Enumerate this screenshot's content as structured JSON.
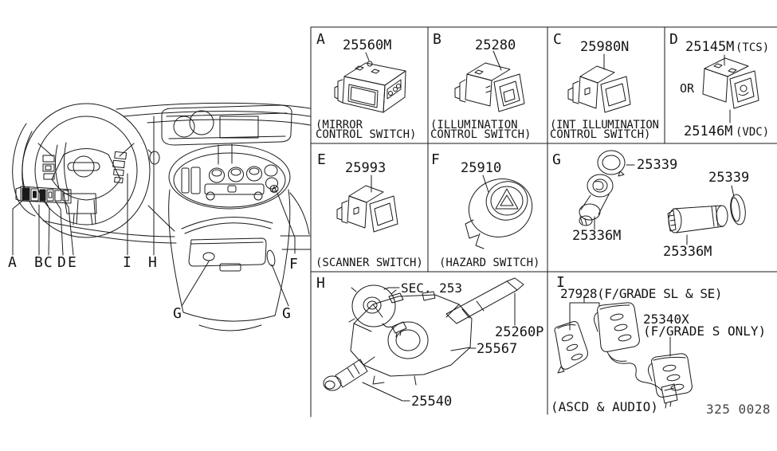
{
  "page": {
    "footer_code": "325 0028"
  },
  "overview": {
    "callouts": [
      "A",
      "B",
      "C",
      "D",
      "E",
      "I",
      "H",
      "F",
      "G",
      "G"
    ]
  },
  "cells": {
    "a": {
      "letter": "A",
      "part_number": "25560M",
      "caption_line1": "(MIRROR",
      "caption_line2": "CONTROL SWITCH)"
    },
    "b": {
      "letter": "B",
      "part_number": "25280",
      "caption_line1": "(ILLUMINATION",
      "caption_line2": "CONTROL SWITCH)"
    },
    "c": {
      "letter": "C",
      "part_number": "25980N",
      "caption_line1": "(INT ILLUMINATION",
      "caption_line2": "CONTROL SWITCH)"
    },
    "d": {
      "letter": "D",
      "part_number_top": "25145M",
      "variant_top": "(TCS)",
      "or_label": "OR",
      "part_number_bottom": "25146M",
      "variant_bottom": "(VDC)"
    },
    "e": {
      "letter": "E",
      "part_number": "25993",
      "caption": "(SCANNER SWITCH)"
    },
    "f": {
      "letter": "F",
      "part_number": "25910",
      "caption": "(HAZARD SWITCH)"
    },
    "g": {
      "letter": "G",
      "cap_part_number_1": "25339",
      "socket_part_number_1": "25336M",
      "cap_part_number_2": "25339",
      "socket_part_number_2": "25336M"
    },
    "h": {
      "letter": "H",
      "section_ref": "SEC. 253",
      "wiper_stalk_part": "25260P",
      "combination_switch_part": "25567",
      "lighting_stalk_part": "25540"
    },
    "i": {
      "letter": "I",
      "pair_part_number": "27928(F/GRADE SL & SE)",
      "single_part_number": "25340X",
      "single_part_note": "(F/GRADE S ONLY)",
      "caption": "(ASCD & AUDIO)"
    }
  }
}
